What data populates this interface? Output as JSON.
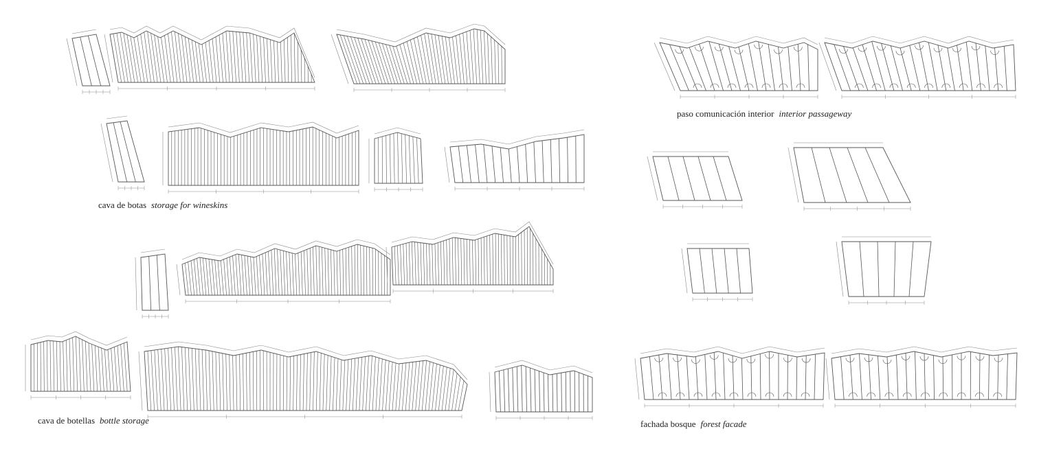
{
  "captions": {
    "wineskins": {
      "es": "cava de botas",
      "en": "storage for wineskins"
    },
    "bottles": {
      "es": "cava de botellas",
      "en": "bottle storage"
    },
    "passageway": {
      "es": "paso comunicación interior",
      "en": "interior passageway"
    },
    "facade": {
      "es": "fachada bosque",
      "en": "forest facade"
    }
  },
  "colors": {
    "line": "#555555",
    "dim": "#888888",
    "background": "#ffffff"
  }
}
